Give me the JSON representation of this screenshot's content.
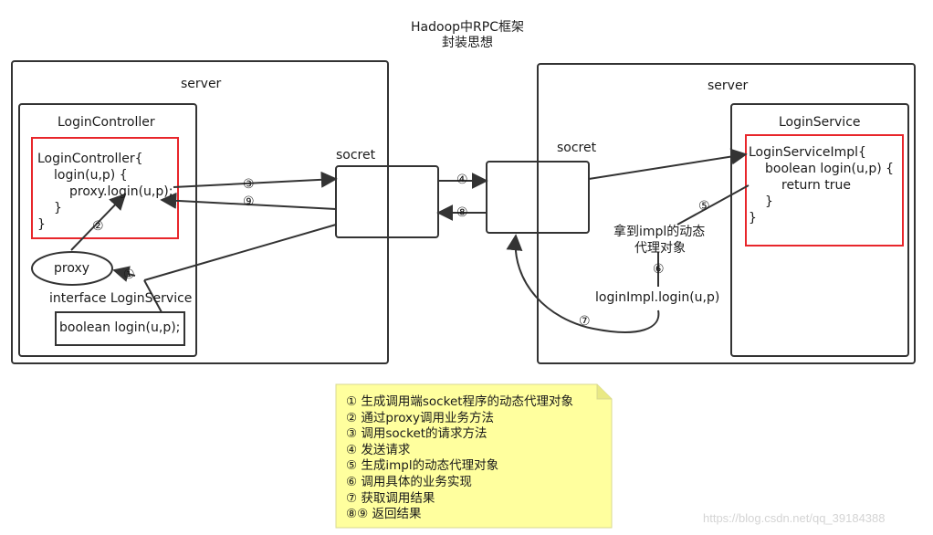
{
  "title": {
    "line1": "Hadoop中RPC框架",
    "line2": "封装思想"
  },
  "left": {
    "server_label": "server",
    "controller_label": "LoginController",
    "code": [
      "LoginController{",
      "login(u,p) {",
      "proxy.login(u,p);",
      "}",
      "}"
    ],
    "proxy_label": "proxy",
    "interface_label": "interface LoginService",
    "method_label": "boolean login(u,p);"
  },
  "socket_left_label": "socret",
  "socket_right_label": "socret",
  "right": {
    "server_label": "server",
    "service_label": "LoginService",
    "code": [
      "LoginServiceImpl{",
      "boolean login(u,p) {",
      "return true",
      "}",
      "}"
    ],
    "impl_text_1": "拿到impl的动态",
    "impl_text_2": "代理对象",
    "call_text": "loginImpl.login(u,p)"
  },
  "steps": [
    "①",
    "②",
    "③",
    "④",
    "⑤",
    "⑥",
    "⑦",
    "⑧",
    "⑨"
  ],
  "note": [
    "① 生成调用端socket程序的动态代理对象",
    "② 通过proxy调用业务方法",
    "③ 调用socket的请求方法",
    "④ 发送请求",
    "⑤ 生成impl的动态代理对象",
    "⑥ 调用具体的业务实现",
    "⑦ 获取调用结果",
    "⑧⑨ 返回结果"
  ],
  "watermark": "https://blog.csdn.net/qq_39184388",
  "colors": {
    "line": "#333333",
    "highlight": "#e8262b",
    "note_bg": "#ffff9e",
    "note_border": "#d8d890"
  }
}
